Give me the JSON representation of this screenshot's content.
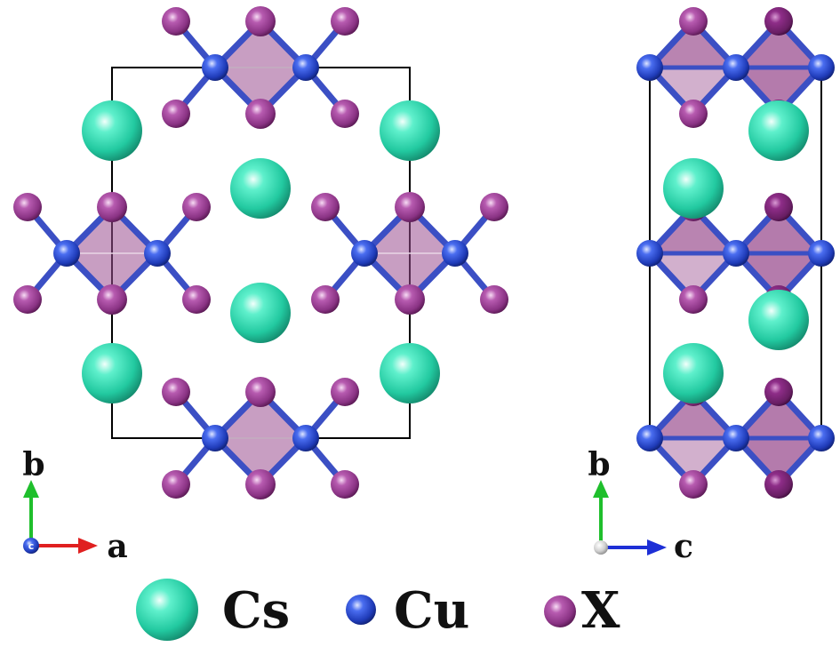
{
  "panels": {
    "left": {
      "axis_vertical": "b",
      "axis_horizontal": "a",
      "axis_origin_atom": "c"
    },
    "right": {
      "axis_vertical": "b",
      "axis_horizontal": "c"
    }
  },
  "legend": [
    {
      "label": "Cs",
      "color": "#2fe0b4"
    },
    {
      "label": "Cu",
      "color": "#2a4fcf"
    },
    {
      "label": "X",
      "color": "#a0449a"
    }
  ],
  "colors": {
    "cs": "#2fe0b4",
    "cu": "#2a4fcf",
    "x": "#a0449a",
    "octahedron_face": "#9b4f90",
    "bond": "#3b4fc4",
    "cell_edge": "#000000",
    "axis_b": "#1fbf2c",
    "axis_a": "#e02020",
    "axis_c": "#1d2fd6"
  }
}
